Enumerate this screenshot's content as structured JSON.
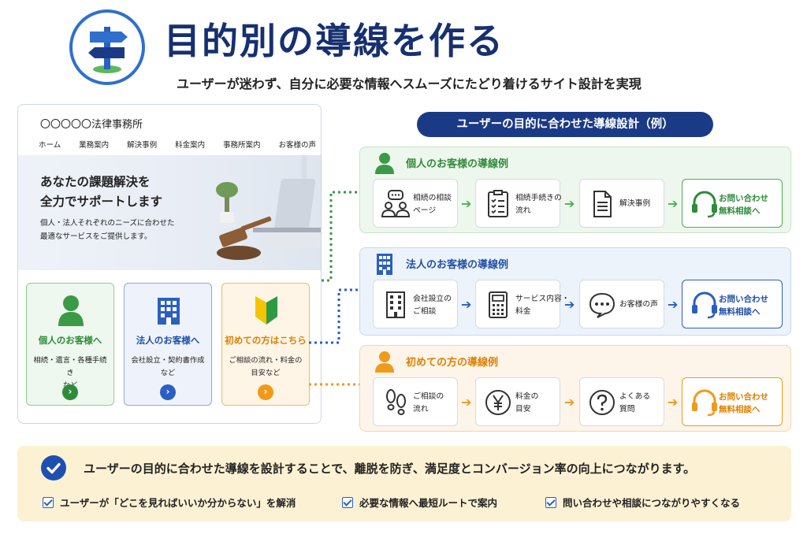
{
  "header": {
    "title": "目的別の導線を作る",
    "subtitle": "ユーザーが迷わず、自分に必要な情報へスムーズにたどり着けるサイト設計を実現",
    "icon": "signpost-icon"
  },
  "site": {
    "name": "〇〇〇〇〇法律事務所",
    "nav": [
      "ホーム",
      "業務案内",
      "解決事例",
      "料金案内",
      "事務所案内",
      "お客様の声"
    ],
    "hero_title_1": "あなたの課題解決を",
    "hero_title_2": "全力でサポートします",
    "hero_text_1": "個人・法人それぞれのニーズに合わせた",
    "hero_text_2": "最適なサービスをご提供します。",
    "cards": [
      {
        "title": "個人のお客様へ",
        "desc_1": "相続・遺言・各種手続き",
        "desc_2": "など",
        "icon": "person-icon",
        "color": "#2e8b3a"
      },
      {
        "title": "法人のお客様へ",
        "desc_1": "会社設立・契約書作成",
        "desc_2": "など",
        "icon": "building-icon",
        "color": "#2b5fc1"
      },
      {
        "title": "初めての方はこちら",
        "desc_1": "ご相談の流れ・料金の",
        "desc_2": "目安など",
        "icon": "beginner-mark-icon",
        "color": "#f09a1a"
      }
    ],
    "card_button_glyph": "›"
  },
  "flow": {
    "title": "ユーザーの目的に合わせた導線設計（例）",
    "arrow_glyph": "➔",
    "panels": [
      {
        "heading": "個人のお客様の導線例",
        "color": "#2e8b3a",
        "steps": [
          {
            "line1": "相続の相談",
            "line2": "ページ",
            "icon": "people-chat-icon"
          },
          {
            "line1": "相続手続きの",
            "line2": "流れ",
            "icon": "checklist-icon"
          },
          {
            "line1": "解決事例",
            "line2": "",
            "icon": "document-icon"
          },
          {
            "line1": "お問い合わせ",
            "line2": "無料相談へ",
            "icon": "headset-icon"
          }
        ]
      },
      {
        "heading": "法人のお客様の導線例",
        "color": "#2b5fc1",
        "steps": [
          {
            "line1": "会社設立の",
            "line2": "ご相談",
            "icon": "building-icon"
          },
          {
            "line1": "サービス内容・",
            "line2": "料金",
            "icon": "calculator-icon"
          },
          {
            "line1": "お客様の声",
            "line2": "",
            "icon": "speech-bubble-icon"
          },
          {
            "line1": "お問い合わせ",
            "line2": "無料相談へ",
            "icon": "headset-icon"
          }
        ]
      },
      {
        "heading": "初めての方の導線例",
        "color": "#f09a1a",
        "steps": [
          {
            "line1": "ご相談の",
            "line2": "流れ",
            "icon": "footprints-icon"
          },
          {
            "line1": "料金の",
            "line2": "目安",
            "icon": "yen-icon"
          },
          {
            "line1": "よくある",
            "line2": "質問",
            "icon": "question-icon"
          },
          {
            "line1": "お問い合わせ",
            "line2": "無料相談へ",
            "icon": "headset-icon"
          }
        ]
      }
    ]
  },
  "summary": {
    "main": "ユーザーの目的に合わせた導線を設計することで、離脱を防ぎ、満足度とコンバージョン率の向上につながります。",
    "points": [
      "ユーザーが「どこを見ればいいか分からない」を解消",
      "必要な情報へ最短ルートで案内",
      "問い合わせや相談につながりやすくなる"
    ]
  }
}
